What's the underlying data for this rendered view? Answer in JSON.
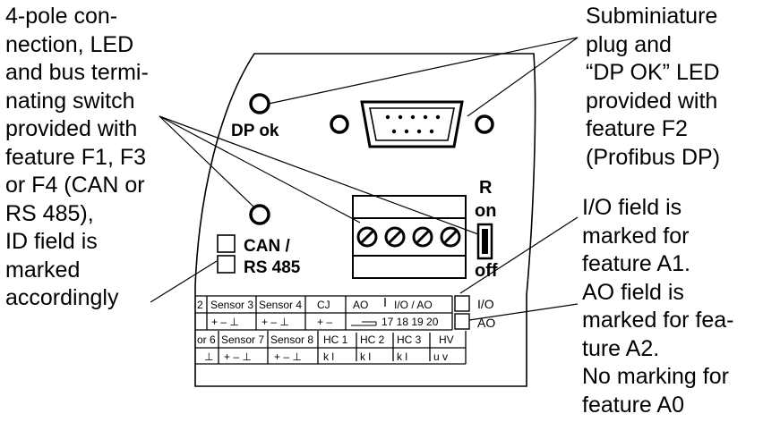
{
  "callouts": {
    "left": "4-pole con-\nnection, LED\nand bus termi-\nnating switch\nprovided with\nfeature F1, F3\nor F4 (CAN or\nRS 485),\nID field is\nmarked\naccordingly",
    "right_top": "Subminiature\nplug and\n“DP OK” LED\nprovided with\nfeature F2\n(Profibus DP)",
    "right_bottom": "I/O field is\nmarked for\nfeature A1.\nAO field is\nmarked for fea-\nture A2.\nNo marking for\nfeature A0"
  },
  "device": {
    "dp_ok_label": "DP ok",
    "switch_r": "R",
    "switch_on": "on",
    "switch_off": "off",
    "can_label": "CAN /",
    "rs485_label": "RS 485",
    "io_label": "I/O",
    "ao_label": "AO"
  },
  "terminal_row1": {
    "headers": [
      "2",
      "Sensor 3",
      "Sensor 4",
      "CJ",
      "AO",
      "I/O / AO"
    ],
    "signs_s3": "+  –  ⊥",
    "signs_s4": "+  – ⊥",
    "signs_cj": "+  –",
    "io_numbers": "17  18  19  20"
  },
  "terminal_row2": {
    "headers": [
      "or 6",
      "Sensor 7",
      "Sensor 8",
      "HC  1",
      "HC  2",
      "HC  3",
      "HV"
    ],
    "sub_first": "⊥",
    "signs_s7": "+  –  ⊥",
    "signs_s8": "+  –  ⊥",
    "hc1": "k    l",
    "hc2": "k    l",
    "hc3": "k    l",
    "hv": "u    v"
  }
}
